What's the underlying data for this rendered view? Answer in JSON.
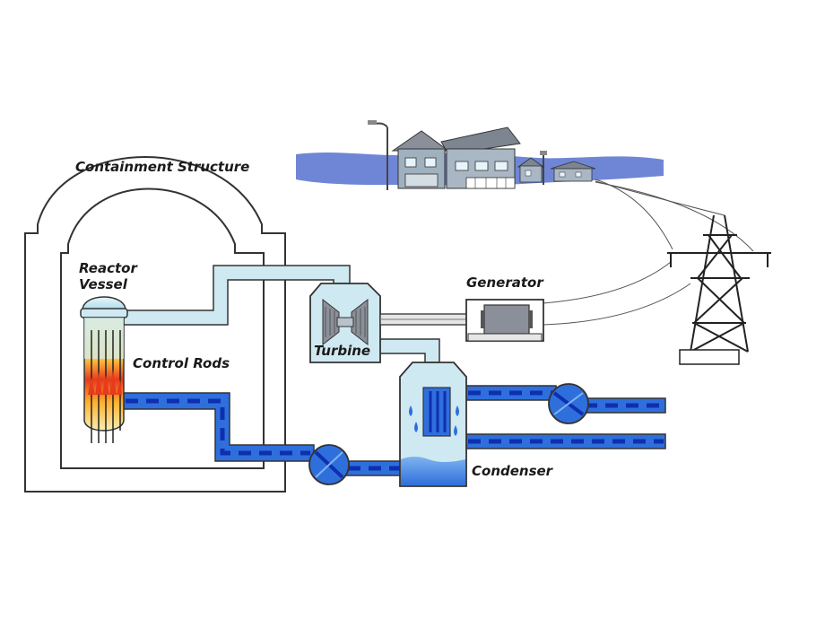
{
  "diagram": {
    "labels": {
      "containment": "Containment Structure",
      "reactor_line1": "Reactor",
      "reactor_line2": "Vessel",
      "control_rods": "Control Rods",
      "generator": "Generator",
      "turbine": "Turbine",
      "condenser": "Condenser"
    },
    "colors": {
      "steam": "#cfe9f2",
      "water": "#2f6fdc",
      "water_dash": "#0e2fb0",
      "hills": "#6f86d6",
      "outline": "#333333",
      "core_hot": "#e63b1d",
      "core_warm": "#ffd23f",
      "core_cool": "#f7efb2"
    }
  }
}
